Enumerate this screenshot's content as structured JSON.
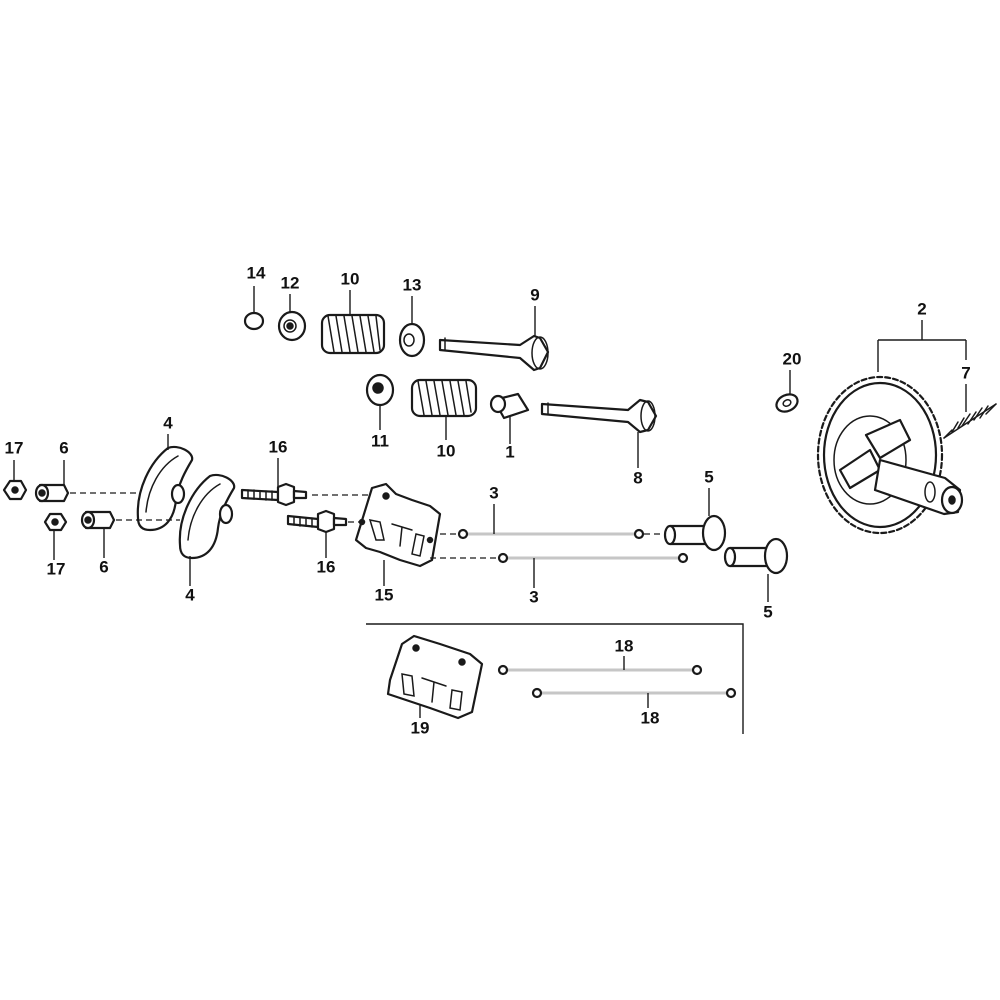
{
  "callouts": {
    "c1": "1",
    "c2": "2",
    "c3a": "3",
    "c3b": "3",
    "c4a": "4",
    "c4b": "4",
    "c5a": "5",
    "c5b": "5",
    "c6a": "6",
    "c6b": "6",
    "c7": "7",
    "c8": "8",
    "c9": "9",
    "c10a": "10",
    "c10b": "10",
    "c11": "11",
    "c12": "12",
    "c13": "13",
    "c14": "14",
    "c15": "15",
    "c16a": "16",
    "c16b": "16",
    "c17a": "17",
    "c17b": "17",
    "c18a": "18",
    "c18b": "18",
    "c19": "19",
    "c20": "20"
  },
  "colors": {
    "line": "#1a1a1a",
    "background": "#ffffff"
  }
}
